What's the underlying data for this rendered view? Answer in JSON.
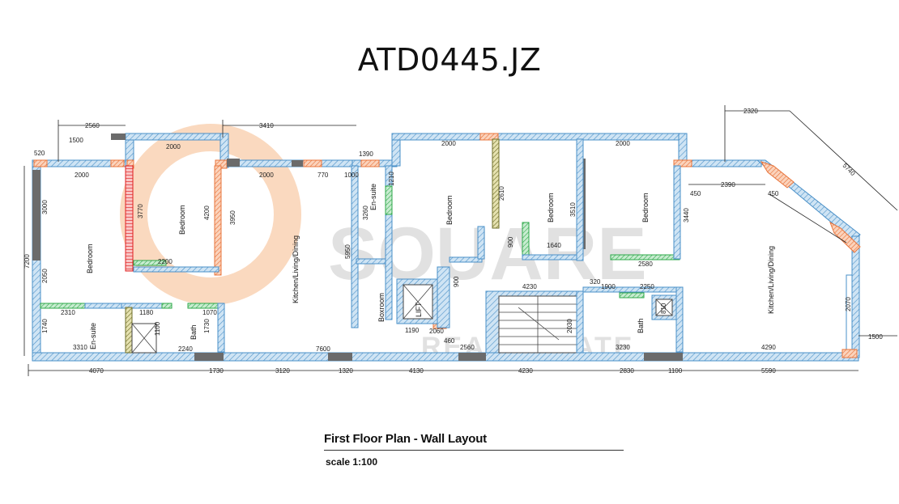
{
  "title": "ATD0445.JZ",
  "caption": {
    "heading": "First Floor Plan - Wall Layout",
    "scale": "scale 1:100"
  },
  "watermark": {
    "line1": "SQUARE",
    "line2": "REAL ESTATE"
  },
  "rooms": {
    "bedroom_1": "Bedroom",
    "bedroom_2": "Bedroom",
    "bedroom_3": "Bedroom",
    "bedroom_4": "Bedroom",
    "bedroom_5": "Bedroom",
    "ensuite_1": "En-suite",
    "ensuite_2": "En-suite",
    "bath_1": "Bath",
    "bath_2": "Bath",
    "kitchen_1": "Kitchen/Living/Dining",
    "kitchen_2": "Kitchen/Living/Dining",
    "boxroom": "Boxroom",
    "lift": "LIFT"
  },
  "dimensions": {
    "d2560": "2560",
    "d3410": "3410",
    "d2320": "2320",
    "d1500": "1500",
    "d520": "520",
    "d2000a": "2000",
    "d2000b": "2000",
    "d2000c": "2000",
    "d2000d": "2000",
    "d2000e": "2000",
    "d3770": "3770",
    "d4200": "4200",
    "d3950": "3950",
    "d3000": "3000",
    "d7200": "7200",
    "d2050": "2050",
    "d2310": "2310",
    "d1740": "1740",
    "d3310": "3310",
    "d2240": "2240",
    "d1730a": "1730",
    "d1730b": "1730",
    "d7600": "7600",
    "d2560b": "2560",
    "d4070": "4070",
    "d3120": "3120",
    "d1320": "1320",
    "d4130": "4130",
    "d4230a": "4230",
    "d4230b": "4230",
    "d2830": "2830",
    "d1100": "1100",
    "d5590": "5590",
    "d4290": "4290",
    "d3230": "3230",
    "d2250": "2250",
    "d3260": "3260",
    "d5950": "5950",
    "d2610": "2610",
    "d3510": "3510",
    "d3440": "3440",
    "d2580": "2580",
    "d2390": "2390",
    "d450a": "450",
    "d450b": "450",
    "d2070": "2070",
    "d1500b": "1500",
    "d2060": "2060",
    "d1190": "1190",
    "d460": "460",
    "d1210": "1210",
    "d1640": "1640",
    "d5740": "5740",
    "d1390": "1390",
    "d1000": "1000",
    "d2030": "2030",
    "d810": "810",
    "d320": "320",
    "d1900": "1900",
    "d1070": "1070",
    "d1180": "1180",
    "d2200": "2200",
    "d1100b": "1100",
    "d900a": "900",
    "d900b": "900",
    "d770": "770"
  },
  "colors": {
    "wall_blue": "#4a90c8",
    "wall_fill": "#bcd9ef",
    "window_orange": "#e8743b",
    "column_grey": "#6b6b6b",
    "door_green": "#2ea84a",
    "partition_red": "#e02020",
    "olive": "#8c8c3c",
    "watermark_orange": "#f6b98a",
    "watermark_grey": "#c9c9c9"
  }
}
